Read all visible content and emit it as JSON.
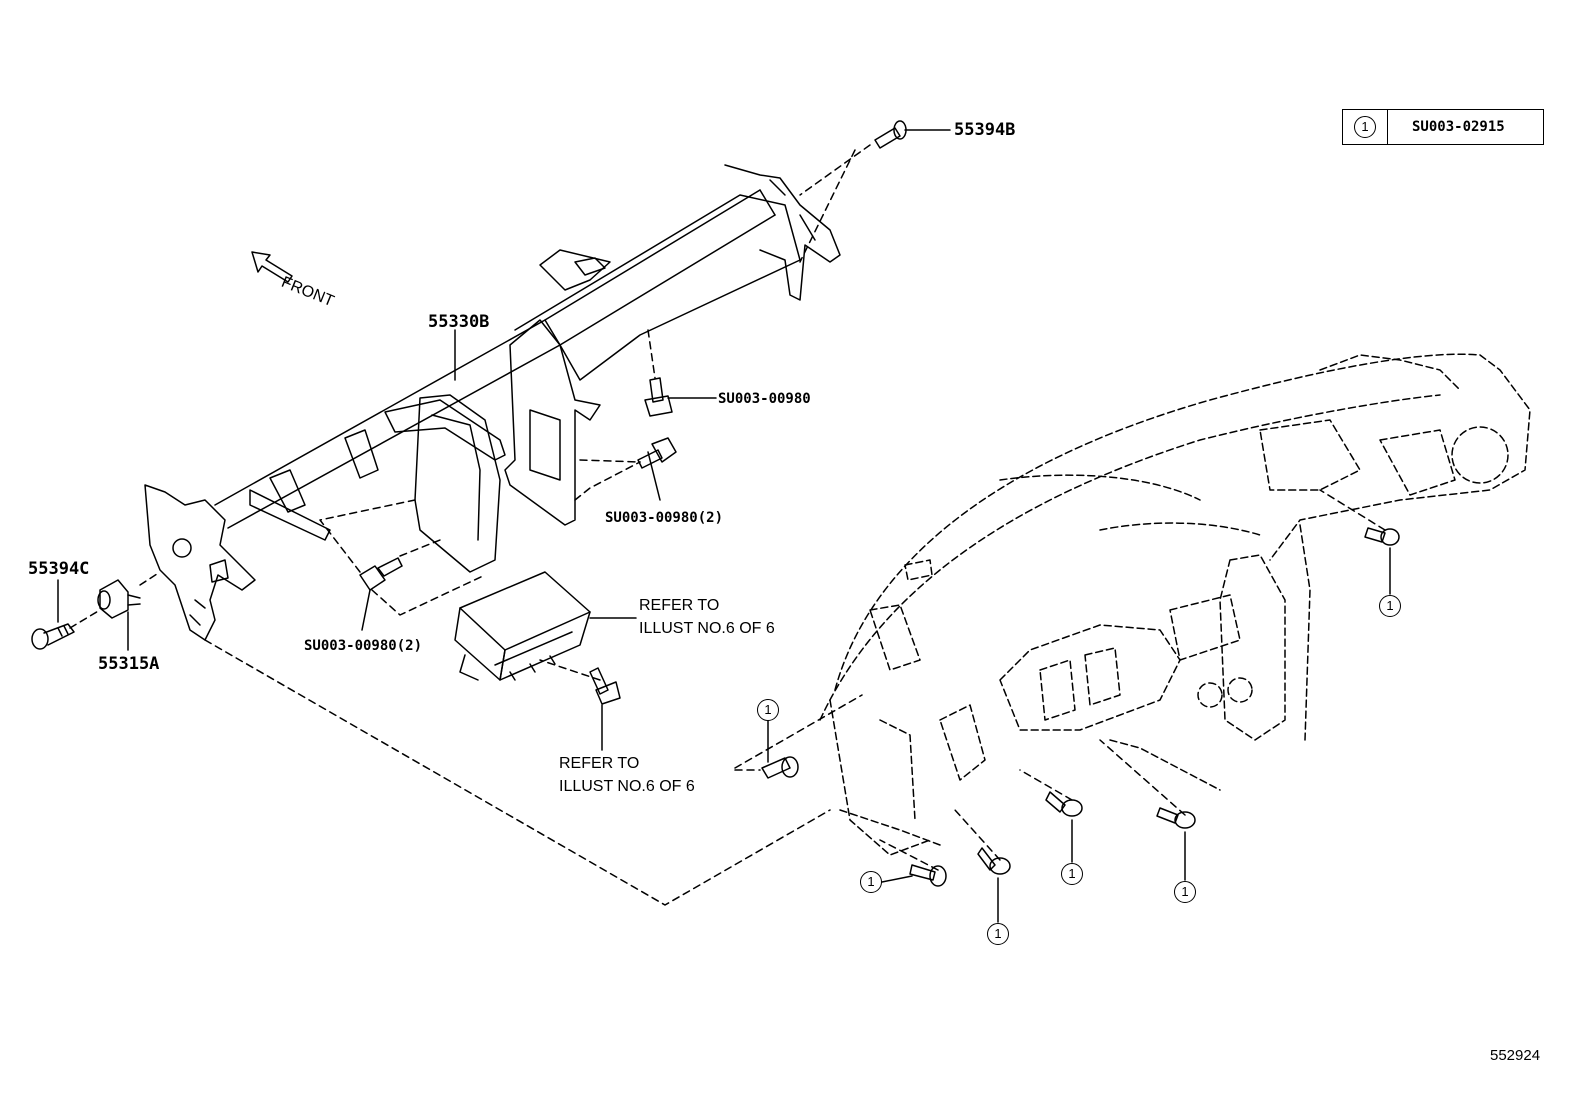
{
  "legend": {
    "marker": "1",
    "code": "SU003-02915"
  },
  "front_label": "FRONT",
  "parts": {
    "p55394B": "55394B",
    "p55330B": "55330B",
    "p55394C": "55394C",
    "p55315A": "55315A",
    "bolt_upper": "SU003-00980",
    "bolt_mid": "SU003-00980(2)",
    "bolt_low": "SU003-00980(2)"
  },
  "refer_airbag": {
    "line1": "REFER TO",
    "line2": "ILLUST NO.6 OF 6"
  },
  "refer_bolt": {
    "line1": "REFER TO",
    "line2": "ILLUST NO.6 OF 6"
  },
  "markers": [
    "1",
    "1",
    "1",
    "1",
    "1",
    "1"
  ],
  "diagram_number": "552924"
}
